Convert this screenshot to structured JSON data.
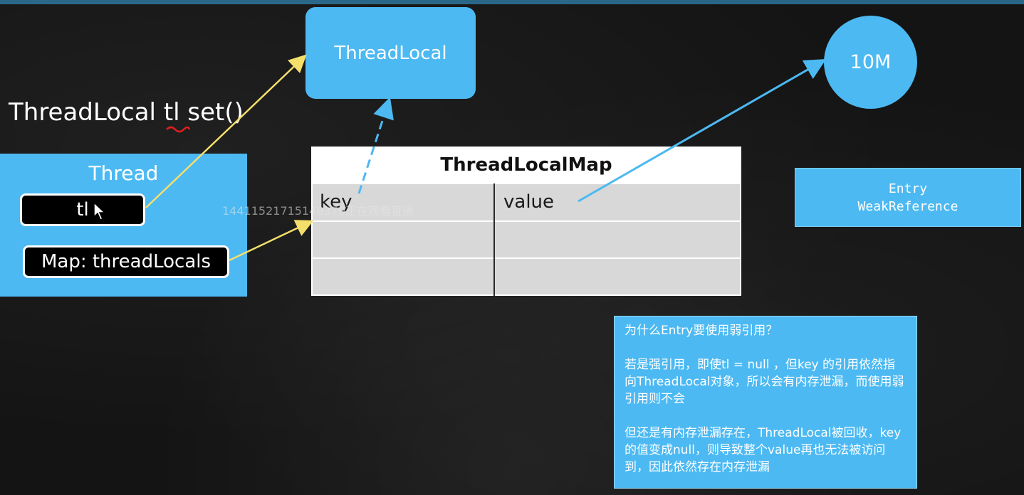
{
  "heading": {
    "prefix": "ThreadLocal ",
    "var": "tl",
    "suffix": " set()"
  },
  "threadlocal_box": {
    "label": "ThreadLocal"
  },
  "value_circle": {
    "label": "10M"
  },
  "thread": {
    "title": "Thread",
    "field_tl": "tl",
    "field_map": "Map: threadLocals"
  },
  "map_table": {
    "title": "ThreadLocalMap",
    "columns": [
      "key",
      "value"
    ],
    "rows": [
      [
        "key",
        "value"
      ],
      [
        "",
        ""
      ],
      [
        "",
        ""
      ]
    ]
  },
  "watermark": "14411521715148370正在观看直播",
  "entry_box": {
    "line1": "Entry",
    "line2": "WeakReference"
  },
  "note": {
    "question": "为什么Entry要使用弱引用？",
    "para1": "若是强引用，即使tl = null ，但key 的引用依然指向ThreadLocal对象，所以会有内存泄漏，而使用弱引用则不会",
    "para2": "但还是有内存泄漏存在，ThreadLocal被回收，key 的值变成null，则导致整个value再也无法被访问到，因此依然存在内存泄漏"
  },
  "colors": {
    "background": "#141414",
    "box_blue": "#4cb9f2",
    "arrow_yellow": "#f5df6b",
    "arrow_blue": "#4cb9f2",
    "underline_red": "#e02020"
  }
}
